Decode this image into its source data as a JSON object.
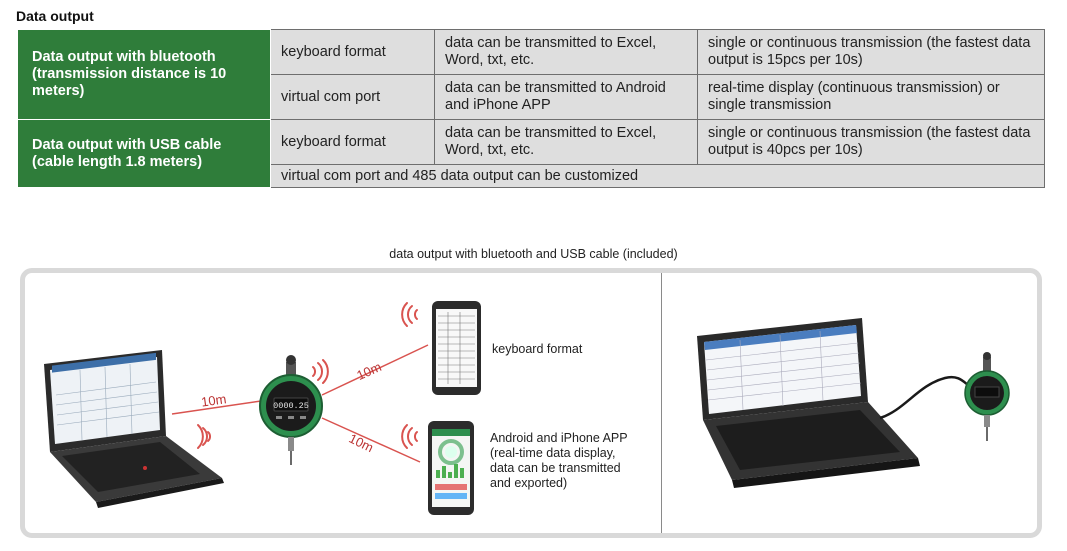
{
  "section_title": "Data output",
  "table": {
    "bluetooth_label": "Data output with bluetooth (transmission distance is 10 meters)",
    "usb_label": "Data output with USB cable (cable length 1.8 meters)",
    "rows": [
      {
        "mode": "keyboard format",
        "transmit": "data can be transmitted to Excel, Word, txt, etc.",
        "detail": "single or continuous transmission (the fastest data output is 15pcs per 10s)"
      },
      {
        "mode": "virtual com port",
        "transmit": "data can be transmitted to Android and iPhone APP",
        "detail": "real-time display (continuous transmission) or single transmission"
      },
      {
        "mode": "keyboard format",
        "transmit": "data can be transmitted to Excel, Word, txt, etc.",
        "detail": "single or continuous transmission (the fastest data output is 40pcs per 10s)"
      }
    ],
    "footer_note": "virtual com port and 485 data output can be customized"
  },
  "diagram": {
    "caption": "data output with bluetooth and USB cable (included)",
    "distance_laptop": "10m",
    "distance_phone_top": "10m",
    "distance_phone_bottom": "10m",
    "gauge_reading": "0000.25",
    "keyboard_label": "keyboard format",
    "app_label_lines": [
      "Android and iPhone APP",
      "(real-time data display,",
      "data can be transmitted",
      "and exported)"
    ]
  },
  "colors": {
    "header_green": "#2f7d3a",
    "cell_gray": "#dedede",
    "link_line": "#d9534f",
    "wifi_red": "#d9534f",
    "gauge_green": "#2d8f4e"
  }
}
